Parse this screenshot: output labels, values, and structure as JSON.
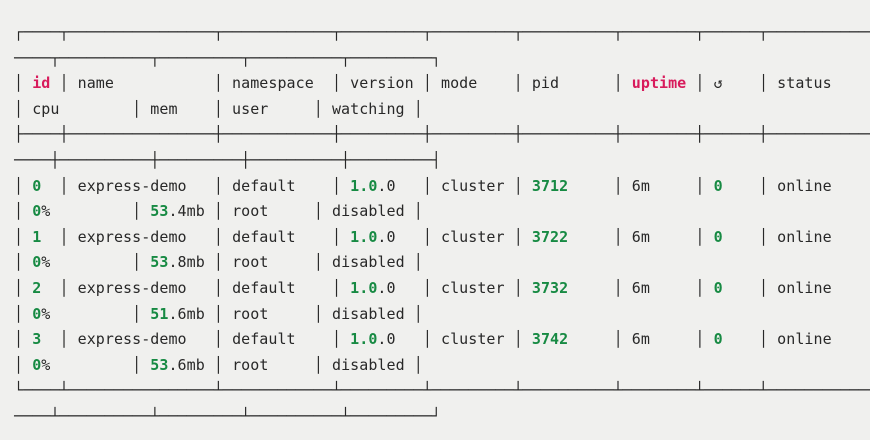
{
  "palette": {
    "background": "#f0f0ee",
    "foreground": "#282828",
    "value_green": "#178a43",
    "accent_red": "#d81b5c"
  },
  "table": {
    "wrap_after_col": 9,
    "columns": [
      {
        "key": "id",
        "label": "id",
        "width": 4,
        "header_style": "accent",
        "value_style": "num"
      },
      {
        "key": "name",
        "label": "name",
        "width": 16,
        "header_style": "plain",
        "value_style": "plain"
      },
      {
        "key": "namespace",
        "label": "namespace",
        "width": 12,
        "header_style": "plain",
        "value_style": "plain"
      },
      {
        "key": "version",
        "label": "version",
        "width": 9,
        "header_style": "plain",
        "value_style": "numsplit"
      },
      {
        "key": "mode",
        "label": "mode",
        "width": 9,
        "header_style": "plain",
        "value_style": "plain"
      },
      {
        "key": "pid",
        "label": "pid",
        "width": 10,
        "header_style": "plain",
        "value_style": "num"
      },
      {
        "key": "uptime",
        "label": "uptime",
        "width": 8,
        "header_style": "accent",
        "value_style": "plain"
      },
      {
        "key": "restarts",
        "label": "↺",
        "width": 6,
        "header_style": "plain",
        "value_style": "num"
      },
      {
        "key": "status",
        "label": "status",
        "width": 12,
        "header_style": "plain",
        "value_style": "plain"
      },
      {
        "key": "cpu",
        "label": "cpu",
        "width": 12,
        "header_style": "plain",
        "value_style": "numsplit"
      },
      {
        "key": "mem",
        "label": "mem",
        "width": 8,
        "header_style": "plain",
        "value_style": "numsplit"
      },
      {
        "key": "user",
        "label": "user",
        "width": 10,
        "header_style": "plain",
        "value_style": "plain"
      },
      {
        "key": "watching",
        "label": "watching",
        "width": 10,
        "header_style": "plain",
        "value_style": "plain"
      }
    ],
    "rows": [
      {
        "id": "0",
        "name": "express-demo",
        "namespace": "default",
        "version": "1.0.0",
        "mode": "cluster",
        "pid": "3712",
        "uptime": "6m",
        "restarts": "0",
        "status": "online",
        "cpu": "0%",
        "mem": "53.4mb",
        "user": "root",
        "watching": "disabled"
      },
      {
        "id": "1",
        "name": "express-demo",
        "namespace": "default",
        "version": "1.0.0",
        "mode": "cluster",
        "pid": "3722",
        "uptime": "6m",
        "restarts": "0",
        "status": "online",
        "cpu": "0%",
        "mem": "53.8mb",
        "user": "root",
        "watching": "disabled"
      },
      {
        "id": "2",
        "name": "express-demo",
        "namespace": "default",
        "version": "1.0.0",
        "mode": "cluster",
        "pid": "3732",
        "uptime": "6m",
        "restarts": "0",
        "status": "online",
        "cpu": "0%",
        "mem": "51.6mb",
        "user": "root",
        "watching": "disabled"
      },
      {
        "id": "3",
        "name": "express-demo",
        "namespace": "default",
        "version": "1.0.0",
        "mode": "cluster",
        "pid": "3742",
        "uptime": "6m",
        "restarts": "0",
        "status": "online",
        "cpu": "0%",
        "mem": "53.6mb",
        "user": "root",
        "watching": "disabled"
      }
    ],
    "borders": {
      "top1": "┌────┬────────────────┬────────────┬─────────┬─────────┬──────────┬────────┬──────┬────────────",
      "top2": "────┬──────────┬─────────┬──────────┬─────────┐",
      "sep1": "├────┼────────────────┼────────────┼─────────┼─────────┼──────────┼────────┼──────┼────────────",
      "sep2": "────┼──────────┼─────────┼──────────┼─────────┤",
      "bottom1": "└────┴────────────────┴────────────┴─────────┴─────────┴──────────┴────────┴──────┴────────────",
      "bottom2": "────┴──────────┴─────────┴──────────┴─────────┘"
    }
  }
}
